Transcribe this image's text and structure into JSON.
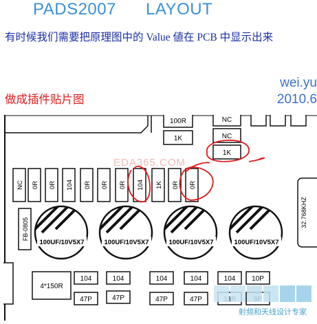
{
  "header": {
    "title_left": "PADS2007",
    "title_right": "LAYOUT",
    "subtitle": "有时候我们需要把原理图中的 Value 値在 PCB 中显示出来",
    "red_label": "做成插件贴片图",
    "author_line1": "wei.yu",
    "author_line2": "2010.6"
  },
  "pcb": {
    "watermark": "EDA365.COM",
    "top_parts": [
      "100R",
      "1K",
      "NC",
      "NC",
      "1K"
    ],
    "row_parts": [
      "NC",
      "0R",
      "0R",
      "104",
      "0R",
      "0R",
      "0R",
      "104",
      "1K",
      "0R",
      "0R"
    ],
    "left_part": "FB-0805",
    "right_part": "32.768KHZ",
    "capacitors": [
      "100UF/10V5X7",
      "100UF/10V5X7",
      "100UF/10V5X7",
      "100UF/10V5X7"
    ],
    "bottom_left": "4*150R",
    "bottom_row1": [
      "104",
      "104",
      "104",
      "104",
      "104",
      "10P"
    ],
    "bottom_row2": [
      "47P",
      "47P",
      "47P",
      "47P",
      "33R",
      "8P"
    ],
    "logo_text": "射频和天线设计专家"
  },
  "colors": {
    "title_blue": "#3a8fd8",
    "subtitle_blue": "#1b2fa8",
    "red": "#e0191b",
    "pcb_line": "#111111"
  }
}
